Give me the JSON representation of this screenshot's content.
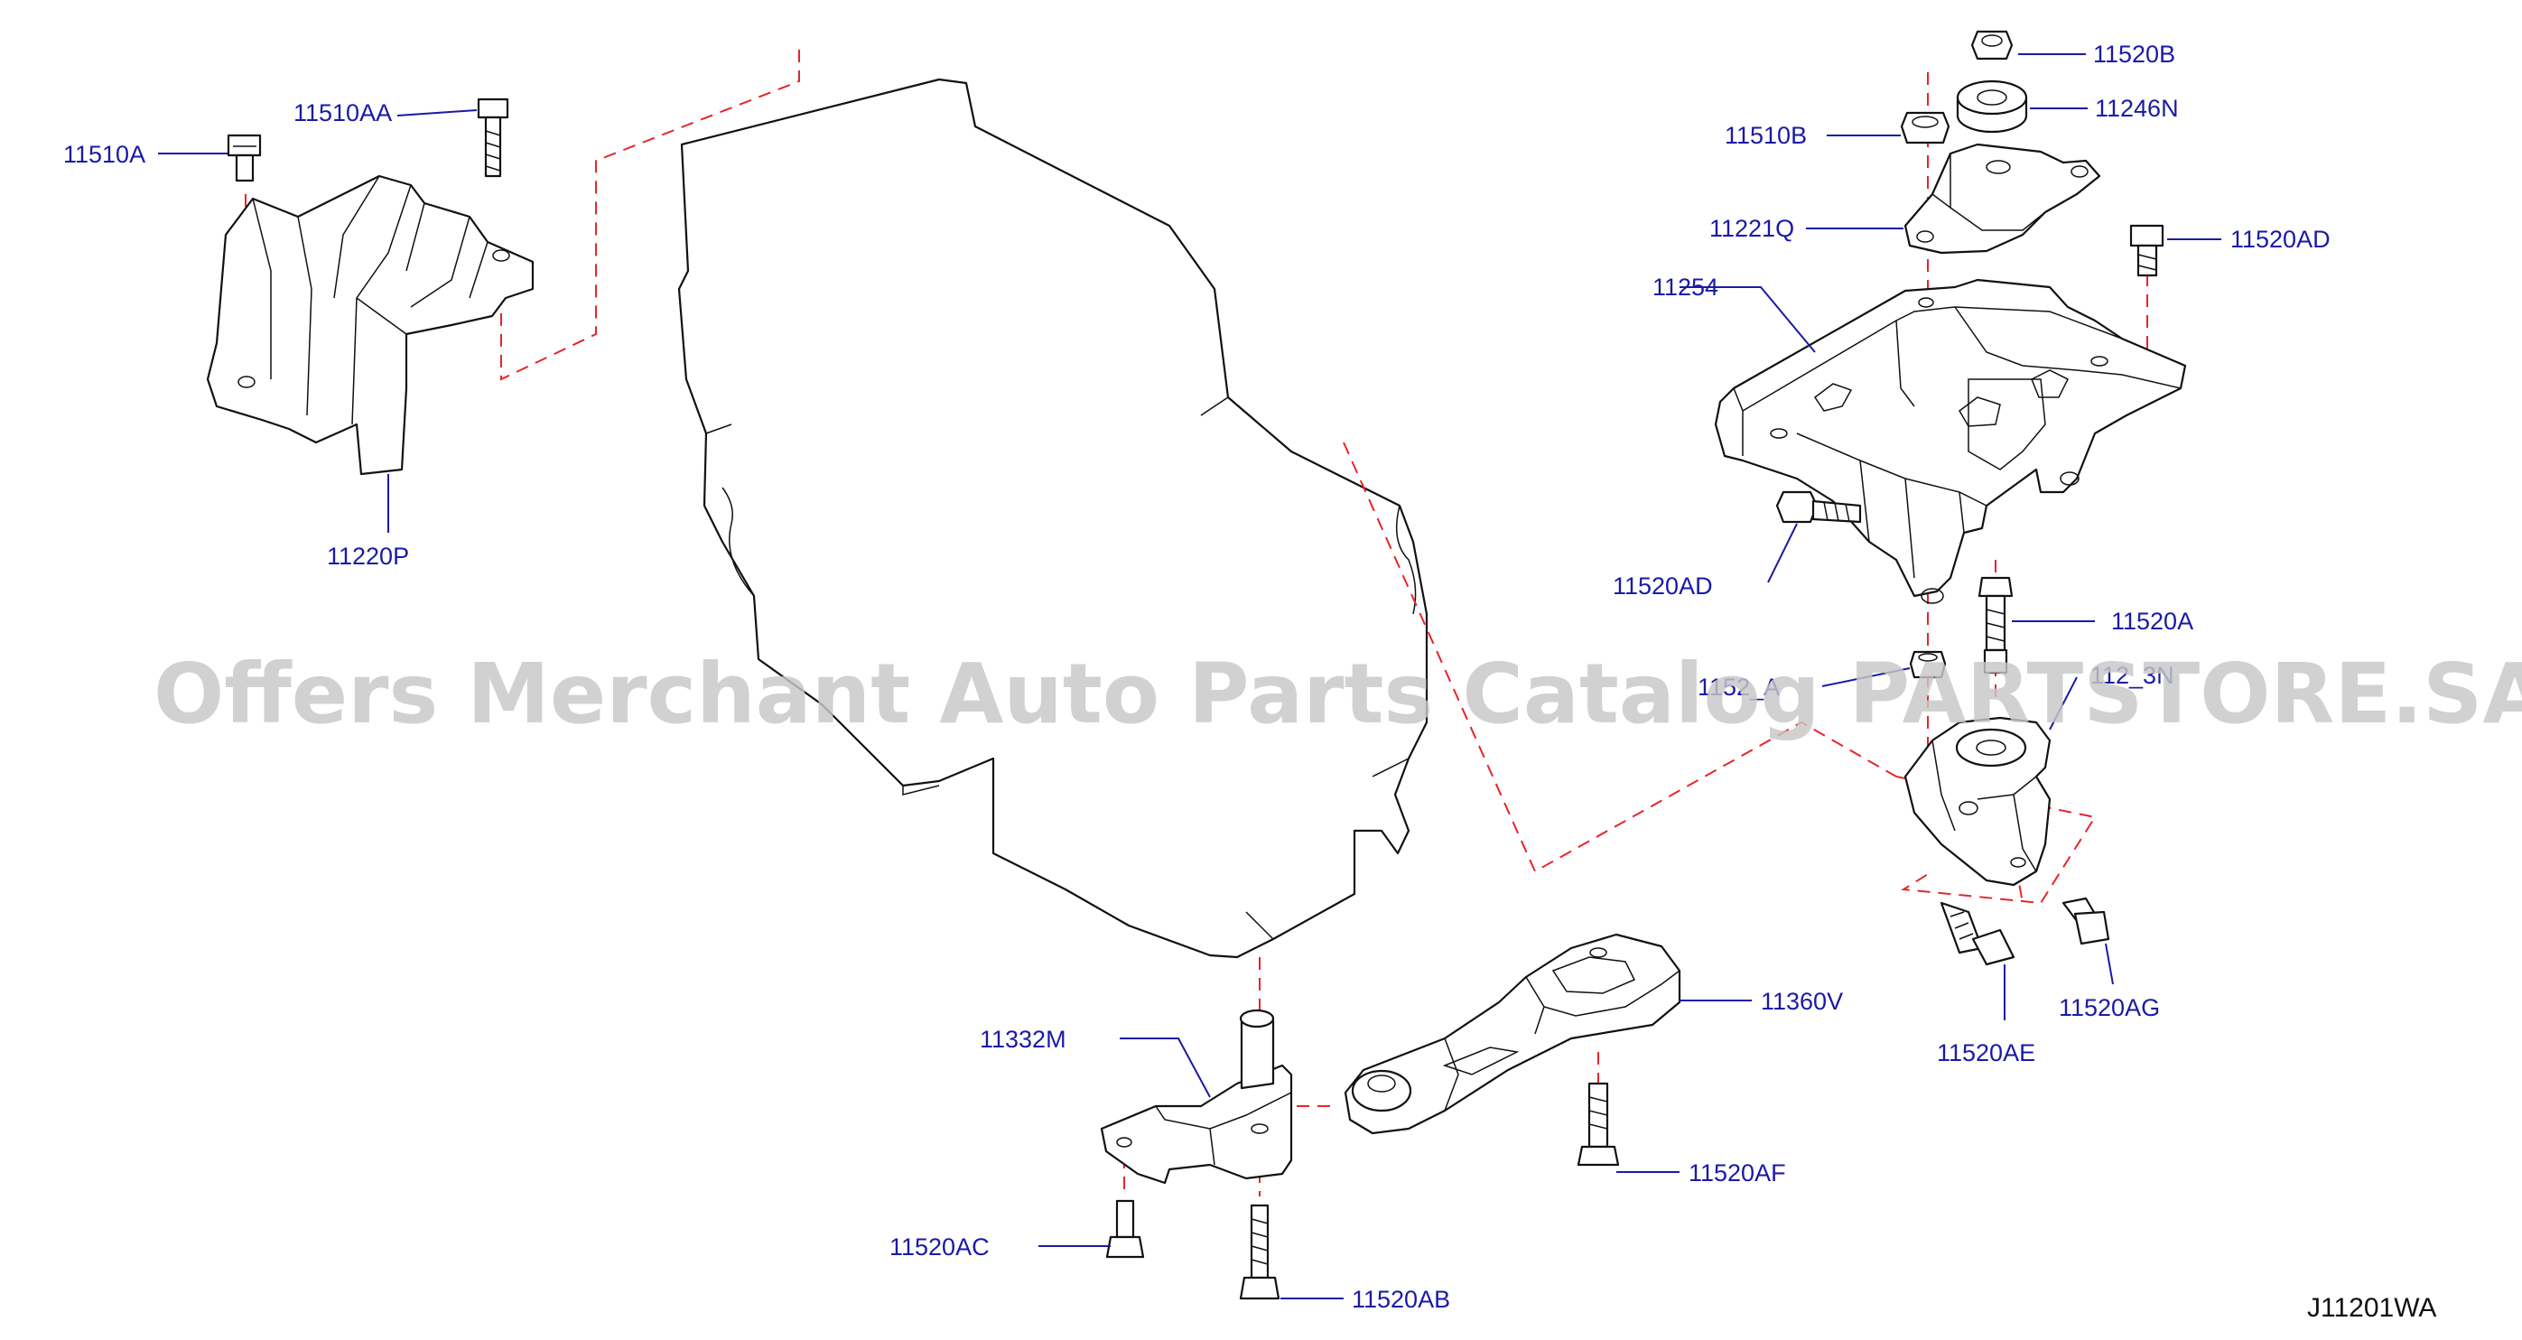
{
  "labels": {
    "p11510A": "11510A",
    "p11510AA": "11510AA",
    "p11220P": "11220P",
    "p11520B": "11520B",
    "p11246N": "11246N",
    "p11510B": "11510B",
    "p11221Q": "11221Q",
    "p11520AD_top": "11520AD",
    "p11254": "11254",
    "p11520AD_left": "11520AD",
    "p11520A": "11520A",
    "p1152xA": "1152_A",
    "p112x3N": "112_3N",
    "p11520AE": "11520AE",
    "p11520AG": "11520AG",
    "p11360V": "11360V",
    "p11332M": "11332M",
    "p11520AF": "11520AF",
    "p11520AC": "11520AC",
    "p11520AB": "11520AB"
  },
  "diagram_code": "J11201WA",
  "watermark": "Offers Merchant Auto Parts Catalog PARTSTORE.SA",
  "colors": {
    "label": "#1a1aa6",
    "dashed_centerline": "#e8242a",
    "outline": "#111111",
    "watermark": "#c8c8c8"
  }
}
